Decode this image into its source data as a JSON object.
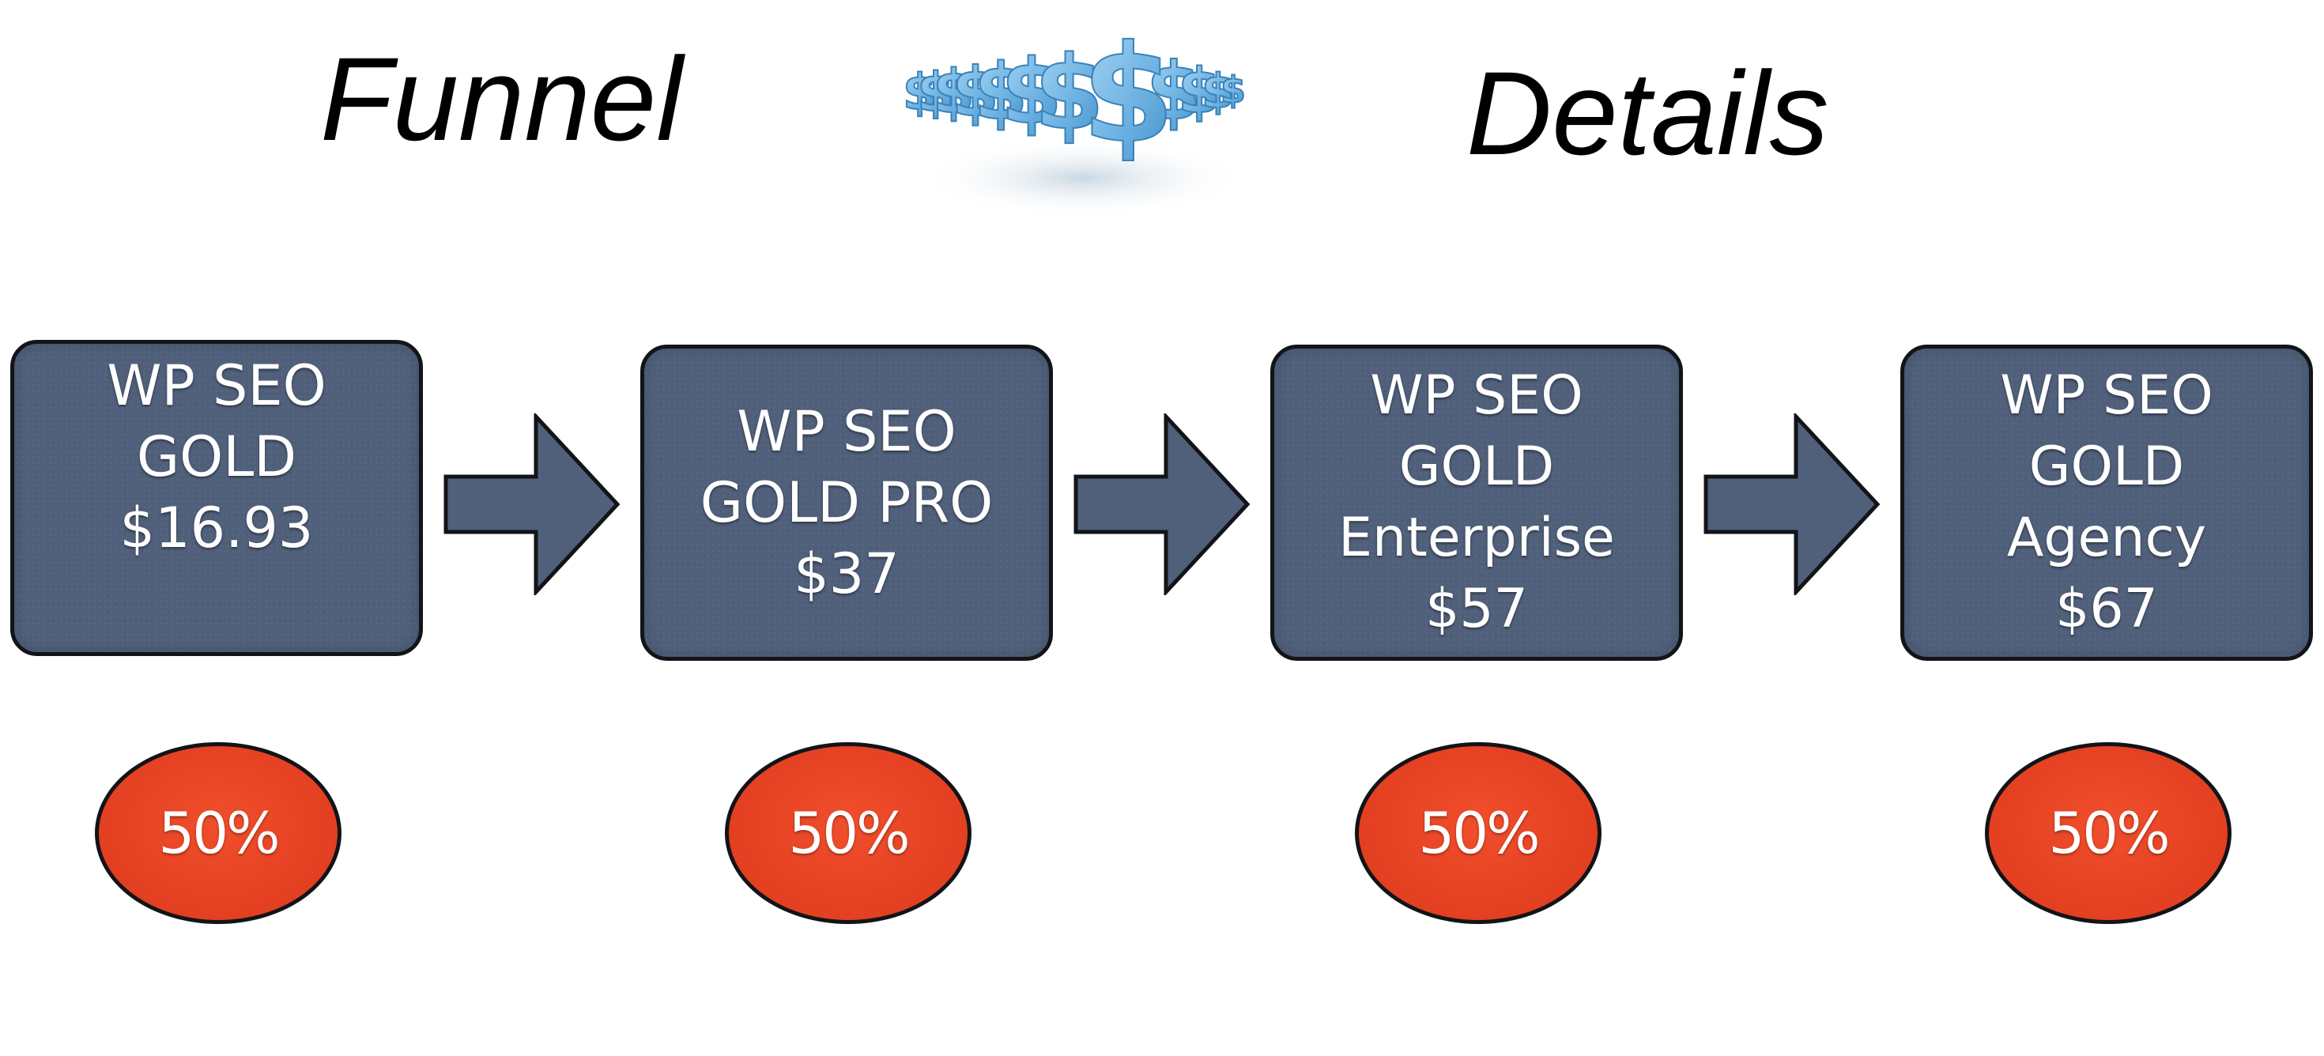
{
  "header": {
    "title_left": "Funnel",
    "title_right": "Details",
    "illustration_icon": "dollar-signs-row-icon"
  },
  "steps": [
    {
      "lines": [
        "WP SEO",
        "GOLD",
        "$16.93"
      ],
      "rate": "50%"
    },
    {
      "lines": [
        "WP SEO",
        "GOLD PRO",
        "$37"
      ],
      "rate": "50%"
    },
    {
      "lines": [
        "WP SEO",
        "GOLD",
        "Enterprise",
        "$57"
      ],
      "rate": "50%"
    },
    {
      "lines": [
        "WP SEO",
        "GOLD",
        "Agency",
        "$67"
      ],
      "rate": "50%"
    }
  ],
  "colors": {
    "box_fill": "#50607b",
    "badge_fill": "#e33f21",
    "arrow_fill": "#50607b",
    "outline": "#121418",
    "dollar_blue": "#7fbfe8"
  }
}
